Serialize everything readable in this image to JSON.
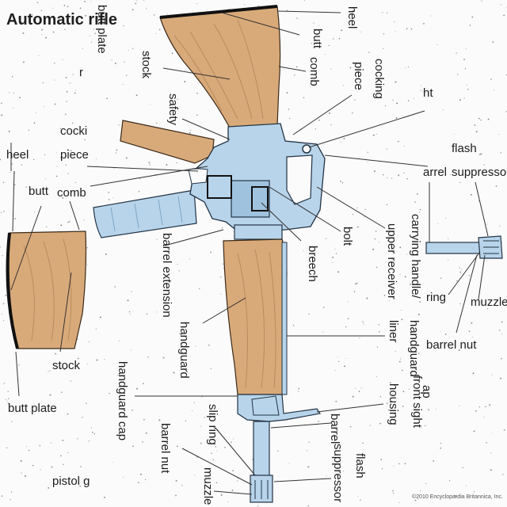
{
  "title": "Automatic rifle",
  "credit": "©2010 Encyclopædia Britannica, Inc.",
  "colors": {
    "wood": "#d9aa79",
    "wood_grain": "#b98a5c",
    "metal": "#b8d4ea",
    "metal_dark": "#7fa6c6",
    "outline": "#223344",
    "leader": "#333333"
  },
  "labels": {
    "heel_top": "heel",
    "butt_plate_top": "butt plate",
    "butt_top": "butt",
    "comb_top": "comb",
    "stock_top": "stock",
    "cocking_top": "cocking",
    "piece_top": "piece",
    "safety": "safety",
    "ht": "ht",
    "r_frag": "r",
    "flash_top": "flash",
    "arrel_frag": "arrel",
    "suppressor_top": "suppressor",
    "cocki_left": "cocki",
    "piece_left": "piece",
    "heel_left": "heel",
    "butt_left": "butt",
    "comb_left": "comb",
    "bolt": "bolt",
    "breech": "breech",
    "upper_receiver": "upper receiver",
    "carrying_handle": "carrying handle/",
    "barrel_extension": "barrel extension",
    "ring": "ring",
    "muzzle_right": "muzzle",
    "handguard_mid": "handguard",
    "liner": "liner",
    "handguard_right": "handguard",
    "barrel_nut_right": "barrel nut",
    "stock_left": "stock",
    "handguard_cap": "handguard cap",
    "front_sight": "front sight",
    "housing": "housing",
    "ap_frag": "ap",
    "butt_plate_left": "butt plate",
    "slip_ring": "slip ring",
    "barrel_lower": "barrel",
    "flash_lower": "flash",
    "suppressor_lower": "suppressor",
    "barrel_nut_lower": "barrel nut",
    "pistol_frag": "pistol g",
    "muzzle_lower": "muzzle"
  }
}
